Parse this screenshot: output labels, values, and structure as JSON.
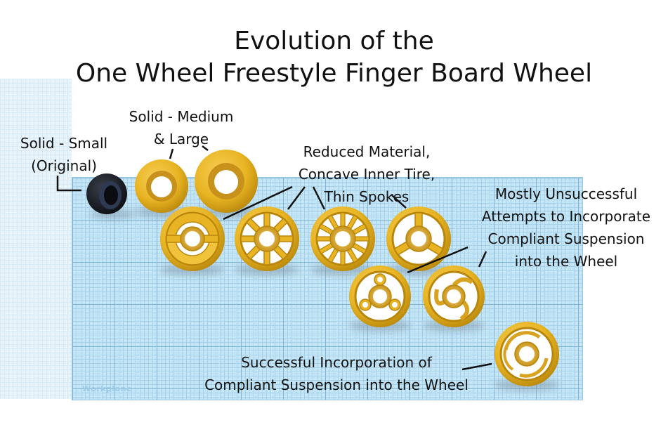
{
  "title": {
    "line1": "Evolution of the",
    "line2": "One Wheel Freestyle Finger Board Wheel"
  },
  "workplane_logo": "Workplane",
  "labels": {
    "solid_small": [
      "Solid - Small",
      "(Original)"
    ],
    "solid_medium": [
      "Solid - Medium",
      "& Large"
    ],
    "reduced": [
      "Reduced Material,",
      "Concave Inner Tire,",
      "Thin Spokes"
    ],
    "unsuccessful": [
      "Mostly Unsuccessful",
      "Attempts to Incorporate",
      "Compliant Suspension",
      "into the Wheel"
    ],
    "successful": [
      "Successful Incorporation of",
      "Compliant Suspension into the Wheel"
    ]
  },
  "colors": {
    "wheel": "#e8b423",
    "wheel_dark": "#b8860b",
    "wheel_small": "#1a1d24",
    "workplane": "#c4e5f5"
  },
  "icons": [
    "solid-small-wheel-icon",
    "solid-medium-wheel-icon",
    "solid-large-wheel-icon",
    "spoked-wheel-icon",
    "suspension-wheel-icon"
  ]
}
